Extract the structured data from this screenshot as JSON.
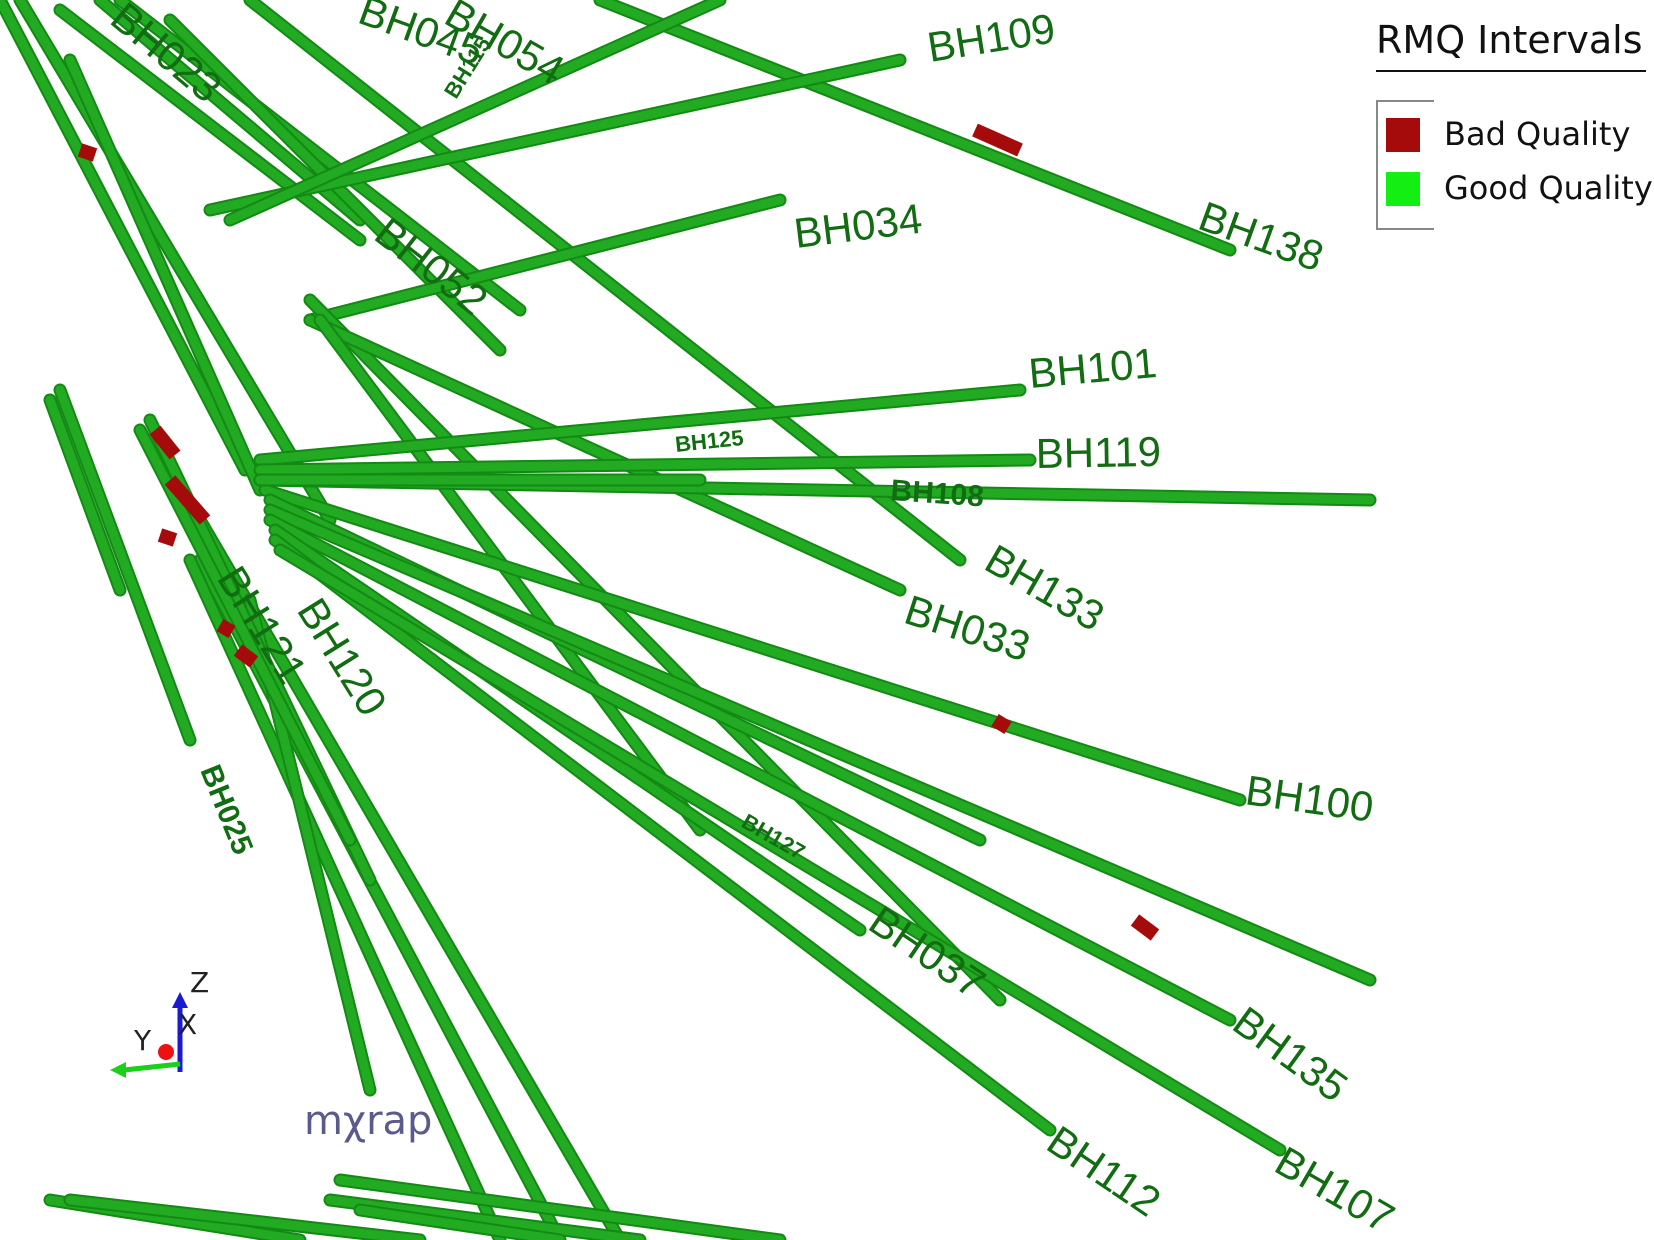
{
  "legend": {
    "title": "RMQ Intervals",
    "entries": [
      {
        "label": "Bad Quality",
        "color": "#a50b0b"
      },
      {
        "label": "Good Quality",
        "color": "#13ef13"
      }
    ]
  },
  "branding": {
    "logo_text": "mχrap"
  },
  "axis_triad": {
    "z": "Z",
    "x": "X",
    "y": "Y"
  },
  "tube_color": "#22aa22",
  "bad_color": "#a50b0b",
  "borehole_labels": {
    "bh109": "BH109",
    "bh138": "BH138",
    "bh034": "BH034",
    "bh052": "BH052",
    "bh101": "BH101",
    "bh119": "BH119",
    "bh125": "BH125",
    "bh108": "BH108",
    "bh133": "BH133",
    "bh033": "BH033",
    "bh100": "BH100",
    "bh121": "BH121",
    "bh120": "BH120",
    "bh025": "BH025",
    "bh127": "BH127",
    "bh037": "BH037",
    "bh112": "BH112",
    "bh107": "BH107",
    "bh135": "BH135",
    "bh115": "BH115",
    "bh054": "BH054",
    "bh023": "BH023",
    "bh045": "BH045"
  }
}
